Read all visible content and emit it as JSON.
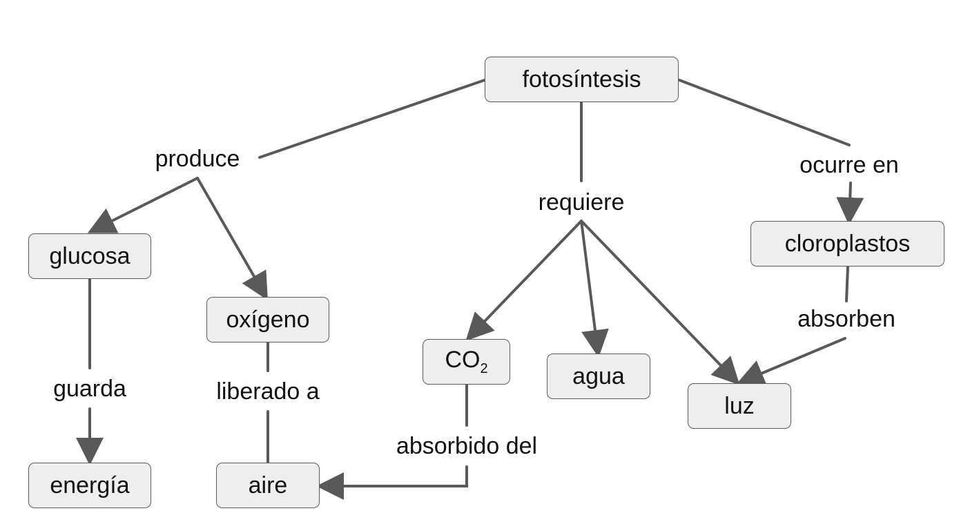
{
  "colors": {
    "line": "#595959",
    "node_fill": "#eeeeee",
    "node_border": "#5b5b5b",
    "text": "#111111"
  },
  "nodes": {
    "fotosintesis": "fotosíntesis",
    "glucosa": "glucosa",
    "oxigeno": "oxígeno",
    "co2_main": "CO",
    "co2_sub": "2",
    "agua": "agua",
    "luz": "luz",
    "cloroplastos": "cloroplastos",
    "energia": "energía",
    "aire": "aire"
  },
  "links": {
    "produce": "produce",
    "requiere": "requiere",
    "ocurre_en": "ocurre en",
    "guarda": "guarda",
    "liberado_a": "liberado a",
    "absorbido_del": "absorbido del",
    "absorben": "absorben"
  }
}
